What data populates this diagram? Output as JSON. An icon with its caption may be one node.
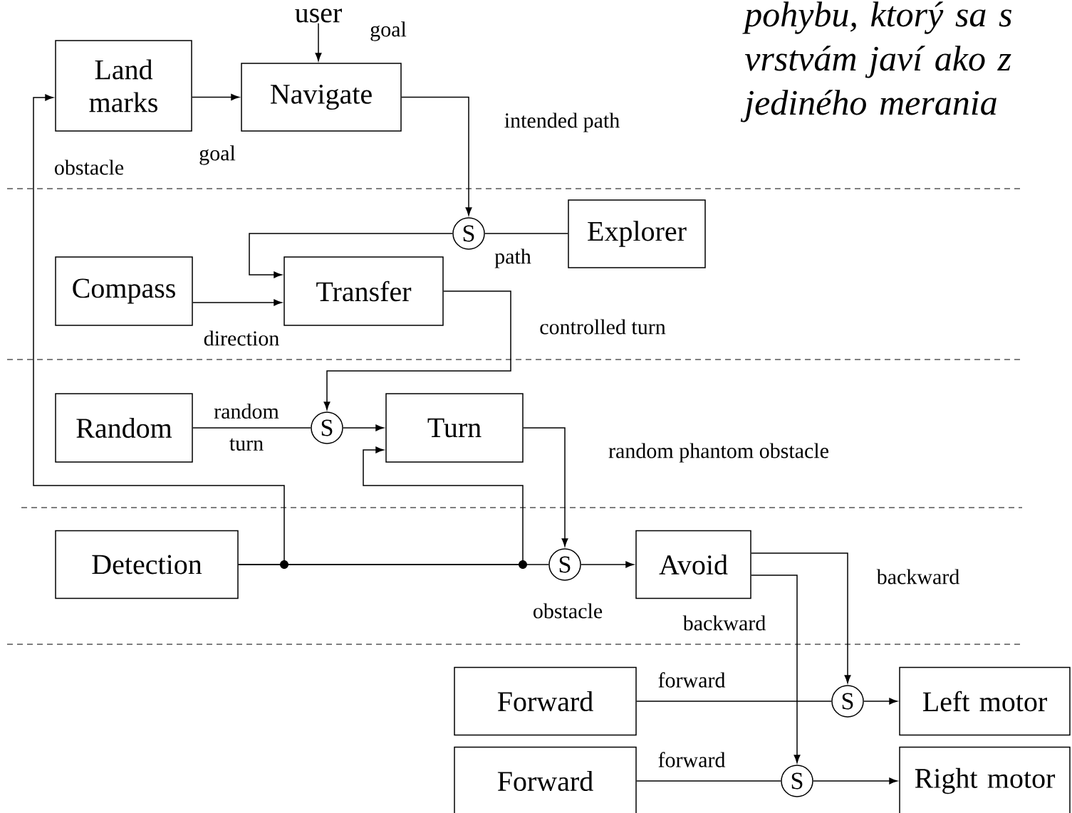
{
  "diagram": {
    "nodes": [
      {
        "text": [
          "user"
        ]
      },
      {
        "text": [
          "Land marks"
        ]
      },
      {
        "text": [
          "Navigate"
        ]
      },
      {
        "text": [
          "S"
        ]
      },
      {
        "text": [
          "Explorer"
        ]
      },
      {
        "text": [
          "Compass"
        ]
      },
      {
        "text": [
          "Transfer"
        ]
      },
      {
        "text": [
          "Random"
        ]
      },
      {
        "text": [
          "S"
        ]
      },
      {
        "text": [
          "Turn"
        ]
      },
      {
        "text": [
          "Detection"
        ]
      },
      {
        "text": [
          "S"
        ]
      },
      {
        "text": [
          "Avoid"
        ]
      },
      {
        "text": [
          "Forward"
        ]
      },
      {
        "text": [
          "S"
        ]
      },
      {
        "text": [
          "Left motor"
        ]
      },
      {
        "text": [
          "Forward"
        ]
      },
      {
        "text": [
          "S"
        ]
      },
      {
        "text": [
          "Right motor"
        ]
      }
    ],
    "edges": [
      {
        "from": 0,
        "to": 2,
        "arrow": "to",
        "label": "goal"
      },
      {
        "from": 1,
        "to": 2,
        "arrow": "to",
        "label": "goal"
      },
      {
        "from": 2,
        "to": 3,
        "arrow": "to",
        "label": "intended path"
      },
      {
        "from": 4,
        "to": 3,
        "arrow": "none",
        "label": "path"
      },
      {
        "from": 3,
        "to": 6,
        "arrow": "to"
      },
      {
        "from": 5,
        "to": 6,
        "arrow": "to",
        "label": "direction"
      },
      {
        "from": 6,
        "to": 8,
        "arrow": "to",
        "label": "controlled turn"
      },
      {
        "from": 7,
        "to": 8,
        "arrow": "none",
        "label": "random turn"
      },
      {
        "from": 8,
        "to": 9,
        "arrow": "to"
      },
      {
        "from": 9,
        "to": 11,
        "arrow": "to",
        "label": "random phantom obstacle"
      },
      {
        "from": 10,
        "to": 1,
        "arrow": "to",
        "label": "obstacle"
      },
      {
        "from": 10,
        "to": 9,
        "arrow": "to"
      },
      {
        "from": 10,
        "to": 11,
        "arrow": "none",
        "label": "obstacle"
      },
      {
        "from": 11,
        "to": 12,
        "arrow": "to"
      },
      {
        "from": 12,
        "to": 14,
        "arrow": "to",
        "label": "backward"
      },
      {
        "from": 12,
        "to": 17,
        "arrow": "to",
        "label": "backward"
      },
      {
        "from": 13,
        "to": 14,
        "arrow": "none",
        "label": "forward"
      },
      {
        "from": 14,
        "to": 15,
        "arrow": "to"
      },
      {
        "from": 16,
        "to": 17,
        "arrow": "none",
        "label": "forward"
      },
      {
        "from": 17,
        "to": 18,
        "arrow": "to"
      }
    ],
    "labels": [
      "pohybu, ktorý sa s vrstvám javí ako z jediného merania"
    ]
  }
}
